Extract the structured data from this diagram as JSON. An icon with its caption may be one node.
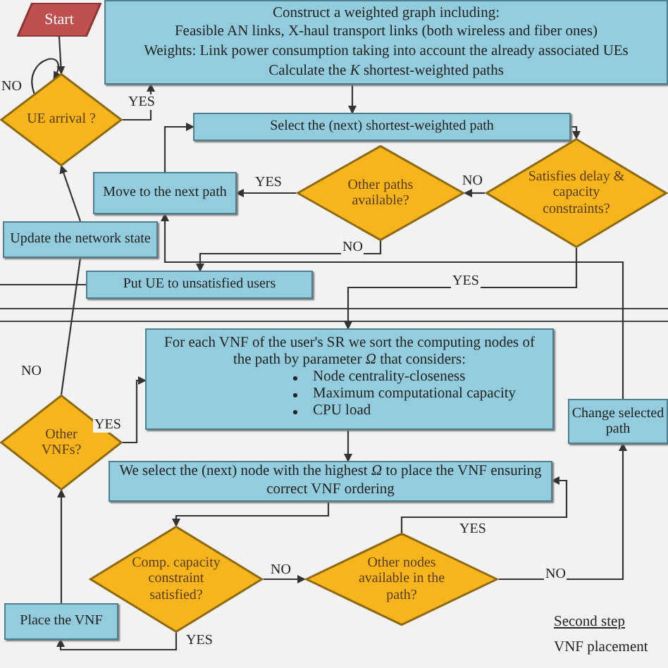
{
  "diagram": {
    "nodes": [
      {
        "text": [
          "Start"
        ]
      },
      {
        "text": [
          "Construct a weighted graph including:",
          "Feasible AN links, X-haul transport links (both wireless and fiber ones)",
          "Weights: Link power consumption taking into account the already associated UEs",
          "Calculate the *K* shortest-weighted paths"
        ]
      },
      {
        "text": [
          "UE arrival ?"
        ]
      },
      {
        "text": [
          "Select the (next) shortest-weighted path"
        ]
      },
      {
        "text": [
          "Move to the next path"
        ]
      },
      {
        "text": [
          "Other paths available?"
        ]
      },
      {
        "text": [
          "Satisfies delay & capacity constraints?"
        ]
      },
      {
        "text": [
          "Update the network state"
        ]
      },
      {
        "text": [
          "Put UE to unsatisfied users"
        ]
      },
      {
        "text": [
          "For each VNF of the user's SR we sort the computing nodes of the path by parameter *Ω* that considers:",
          "Node centrality-closeness",
          "Maximum computational capacity",
          "CPU load"
        ]
      },
      {
        "text": [
          "Other VNFs?"
        ]
      },
      {
        "text": [
          "Change selected path"
        ]
      },
      {
        "text": [
          "We select the (next) node with the highest *Ω* to place the VNF ensuring correct VNF ordering"
        ]
      },
      {
        "text": [
          "Comp. capacity constraint satisfied?"
        ]
      },
      {
        "text": [
          "Other nodes available in the path?"
        ]
      },
      {
        "text": [
          "Place the VNF"
        ]
      }
    ],
    "edges": [
      {
        "from": 0,
        "to": 2,
        "arrow": "to"
      },
      {
        "from": 2,
        "to": 2,
        "arrow": "to",
        "label": "NO"
      },
      {
        "from": 2,
        "to": 1,
        "arrow": "to",
        "label": "YES"
      },
      {
        "from": 1,
        "to": 3,
        "arrow": "to"
      },
      {
        "from": 3,
        "to": 6,
        "arrow": "to"
      },
      {
        "from": 6,
        "to": 5,
        "arrow": "to",
        "label": "NO"
      },
      {
        "from": 5,
        "to": 4,
        "arrow": "to",
        "label": "YES"
      },
      {
        "from": 4,
        "to": 3,
        "arrow": "to"
      },
      {
        "from": 5,
        "to": 8,
        "arrow": "to",
        "label": "NO"
      },
      {
        "from": 6,
        "to": 9,
        "arrow": "to",
        "label": "YES"
      },
      {
        "from": 10,
        "to": 7,
        "arrow": "none",
        "label": "NO"
      },
      {
        "from": 7,
        "to": 2,
        "arrow": "to"
      },
      {
        "from": 8,
        "to": null,
        "arrow": "none"
      },
      {
        "from": 11,
        "to": 4,
        "arrow": "to"
      },
      {
        "from": 14,
        "to": 11,
        "arrow": "to",
        "label": "NO"
      },
      {
        "from": 9,
        "to": 12,
        "arrow": "to"
      },
      {
        "from": 12,
        "to": 13,
        "arrow": "to"
      },
      {
        "from": 13,
        "to": 14,
        "arrow": "to",
        "label": "NO"
      },
      {
        "from": 14,
        "to": 12,
        "arrow": "to",
        "label": "YES"
      },
      {
        "from": 13,
        "to": 15,
        "arrow": "to",
        "label": "YES"
      },
      {
        "from": 15,
        "to": 10,
        "arrow": "to"
      },
      {
        "from": 10,
        "to": 9,
        "arrow": "to",
        "label": "YES"
      }
    ],
    "labels": [
      "Second step",
      "VNF placement"
    ]
  }
}
